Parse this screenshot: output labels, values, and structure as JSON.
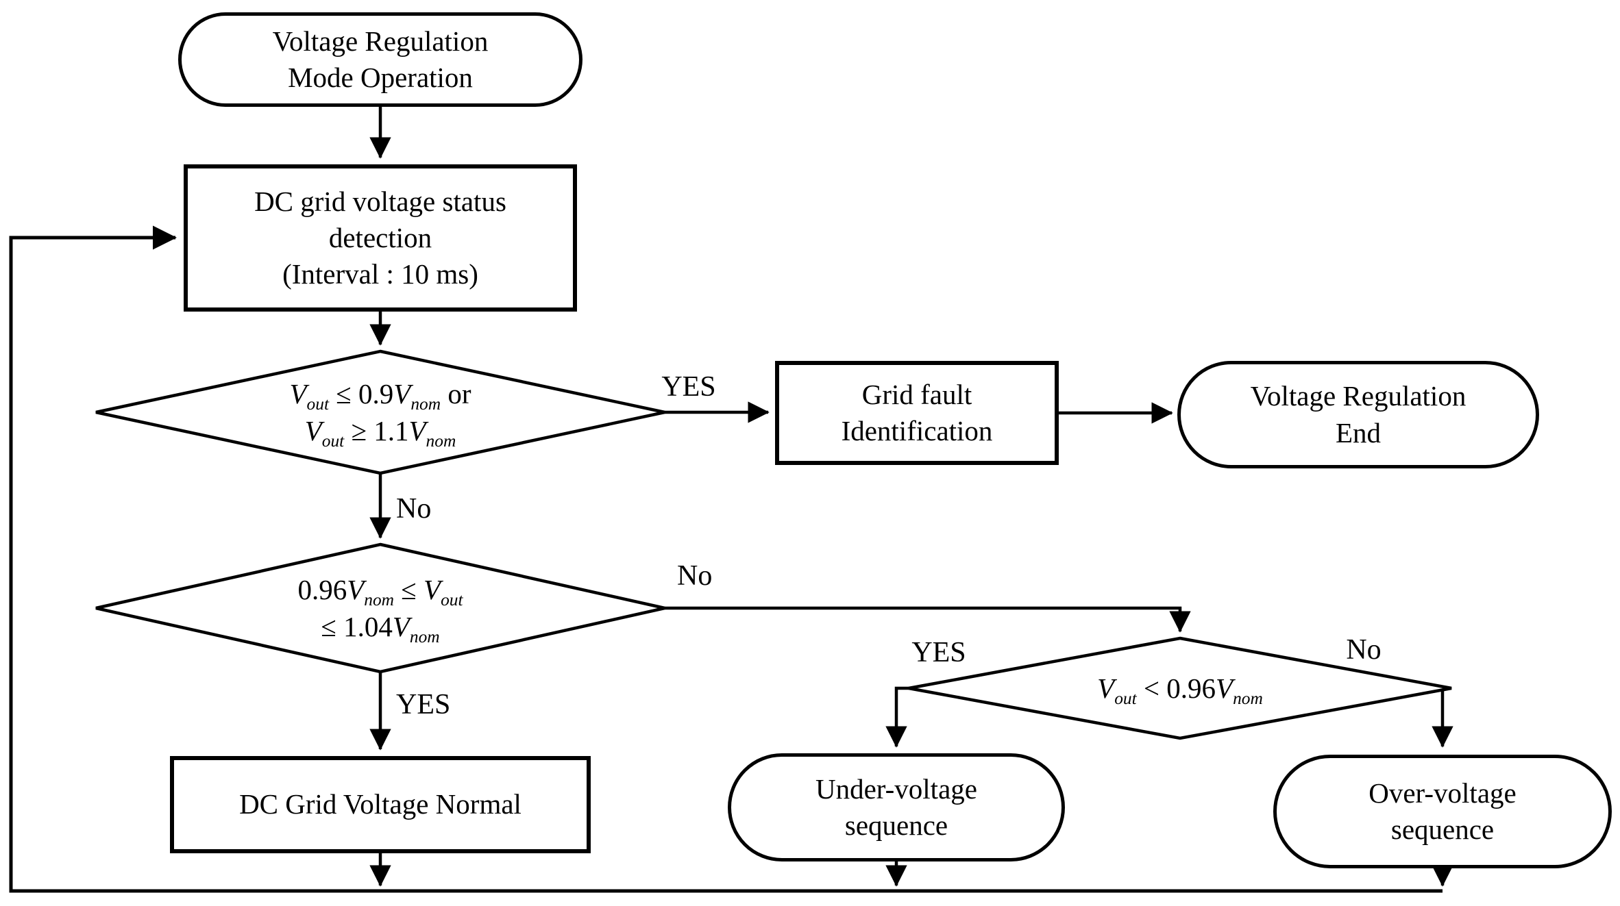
{
  "figure": {
    "background_color": "#ffffff",
    "ink_color": "#000000"
  },
  "nodes": {
    "start": {
      "type": "terminator",
      "lines": [
        "Voltage Regulation",
        "Mode Operation"
      ]
    },
    "detect": {
      "type": "process",
      "lines": [
        "DC grid voltage status",
        "detection",
        "(Interval : 10 ms)"
      ]
    },
    "decision1": {
      "type": "decision",
      "formula_lines": [
        "{V}_(out) ≤ 0.9{V}_(nom) or",
        "{V}_(out) ≥ 1.1{V}_(nom)"
      ]
    },
    "grid_fault": {
      "type": "process",
      "lines": [
        "Grid fault",
        "Identification"
      ]
    },
    "end": {
      "type": "terminator",
      "lines": [
        "Voltage Regulation",
        "End"
      ]
    },
    "decision2": {
      "type": "decision",
      "formula_lines": [
        "0.96{V}_(nom) ≤ {V}_(out)",
        "≤ 1.04{V}_(nom)"
      ]
    },
    "normal": {
      "type": "process",
      "lines": [
        "DC Grid Voltage Normal"
      ]
    },
    "decision3": {
      "type": "decision",
      "formula_lines": [
        "{V}_(out)  <  0.96{V}_(nom)"
      ]
    },
    "under": {
      "type": "terminator",
      "lines": [
        "Under-voltage",
        "sequence"
      ]
    },
    "over": {
      "type": "terminator",
      "lines": [
        "Over-voltage",
        "sequence"
      ]
    }
  },
  "edge_labels": {
    "d1_yes": "YES",
    "d1_no": "No",
    "d2_no": "No",
    "d2_yes": "YES",
    "d3_yes": "YES",
    "d3_no": "No"
  }
}
